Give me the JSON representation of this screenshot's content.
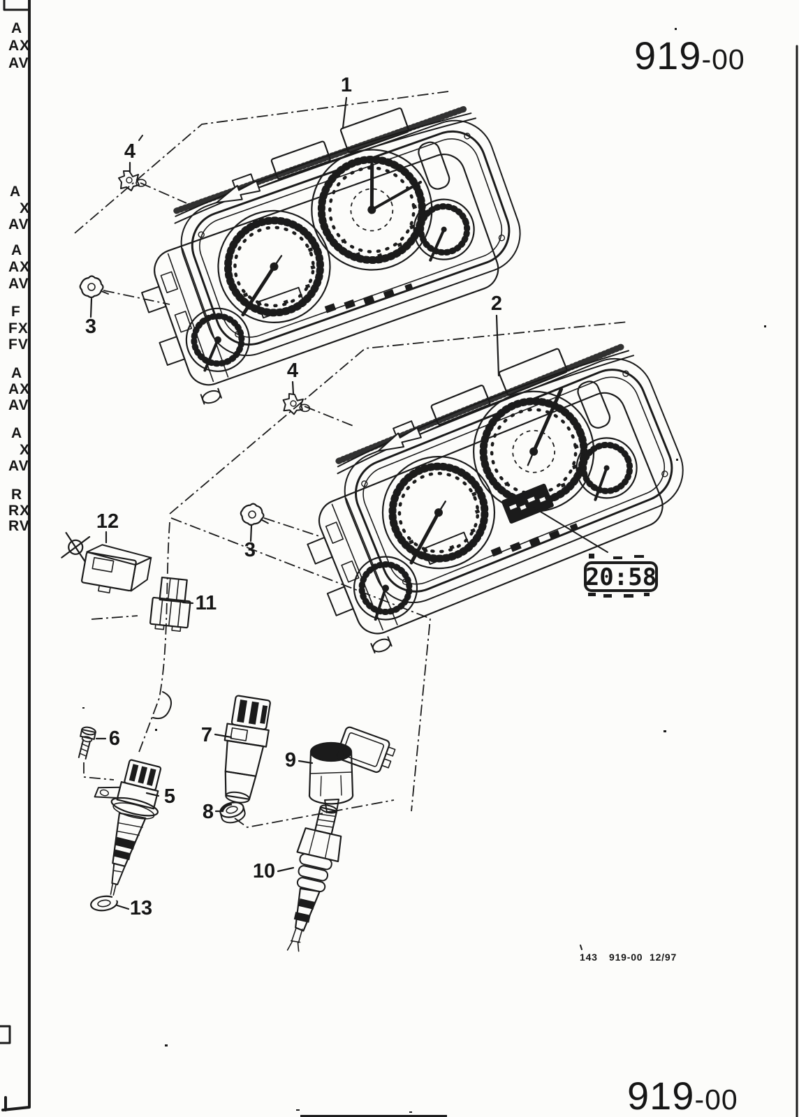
{
  "page": {
    "title": "Instrument cluster exploded parts diagram",
    "header_code": {
      "group": "919",
      "page": "-00"
    },
    "footer_code": {
      "group": "919",
      "page": "-00"
    },
    "imprint": {
      "ref": "143",
      "code": "919-00",
      "date": "12/97"
    }
  },
  "sidebar": {
    "groups": [
      {
        "lines": [
          "A",
          "AX",
          "AV"
        ]
      },
      {
        "lines": [
          "A",
          "X",
          "AV"
        ]
      },
      {
        "lines": [
          "A",
          "AX",
          "AV"
        ]
      },
      {
        "lines": [
          "F",
          "FX",
          "FV"
        ]
      },
      {
        "lines": [
          "A",
          "AX",
          "AV"
        ]
      },
      {
        "lines": [
          "A",
          "X",
          "AV"
        ]
      },
      {
        "lines": [
          "R",
          "RX",
          "RV"
        ]
      }
    ]
  },
  "diagram": {
    "callouts": {
      "1": "1",
      "2": "2",
      "3a": "3",
      "3b": "3",
      "4a": "4",
      "4b": "4",
      "5": "5",
      "6": "6",
      "7": "7",
      "8": "8",
      "9": "9",
      "10": "10",
      "11": "11",
      "12": "12",
      "13": "13"
    },
    "clock": {
      "time": "20:58"
    }
  }
}
